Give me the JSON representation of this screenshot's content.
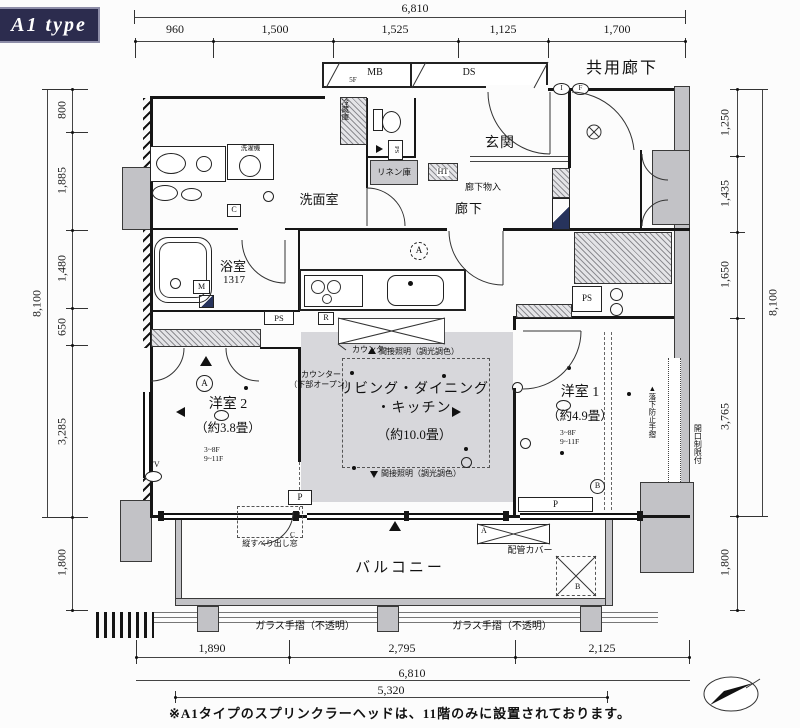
{
  "badge": {
    "label": "A1 type"
  },
  "dimensions": {
    "top": {
      "total": "6,810",
      "segments": [
        "960",
        "1,500",
        "1,525",
        "1,125",
        "1,700"
      ]
    },
    "left": {
      "total": "8,100",
      "segments": [
        "800",
        "1,885",
        "1,480",
        "650",
        "3,285",
        "1,800"
      ]
    },
    "right": {
      "total": "8,100",
      "segments": [
        "1,250",
        "1,435",
        "1,650",
        "3,765",
        "1,800"
      ]
    },
    "bottom": {
      "segments": [
        "1,890",
        "2,795",
        "2,125"
      ],
      "total": "6,810",
      "sub_total": "5,320"
    }
  },
  "rooms": {
    "common_corridor": "共用廊下",
    "entrance": "玄関",
    "hallway": "廊下",
    "washroom": "洗面室",
    "bathroom": "浴室",
    "bathroom_module": "1317",
    "ldk_line1": "リビング・ダイニング",
    "ldk_line2": "・キッチン",
    "ldk_size": "（約10.0畳）",
    "bedroom2": "洋室 2",
    "bedroom2_size": "（約3.8畳）",
    "bedroom1": "洋室 1",
    "bedroom1_size": "（約4.9畳）",
    "balcony": "バルコニー"
  },
  "annotations": {
    "glass_rail": "ガラス手摺（不透明）",
    "pipe_cover": "配管カバー",
    "linen": "リネン庫",
    "refrigerator": "冷蔵庫",
    "hallway_storage": "廊下物入",
    "counter": "カウンター",
    "counter_open_l1": "カウンター",
    "counter_open_l2": "（下部オープン）",
    "indirect_light": "間接照明（調光調色）",
    "fall_rail": "▲落下防止手摺",
    "opening_limit": "開口制限付",
    "casement_window": "縦すべり出し窓",
    "washer": "洗濯機",
    "floors_low": "3~8F",
    "floors_high": "9~11F"
  },
  "markers": {
    "mb": "MB",
    "ds": "DS",
    "ps": "PS",
    "ht": "HT",
    "r": "R",
    "m": "M",
    "c": "C",
    "p": "P",
    "tv": "TV",
    "a": "A",
    "b": "B",
    "f5": "5F",
    "i": "I",
    "f": "F"
  },
  "note": "※A1タイプのスプリンクラーヘッドは、11階のみに設置されております。"
}
